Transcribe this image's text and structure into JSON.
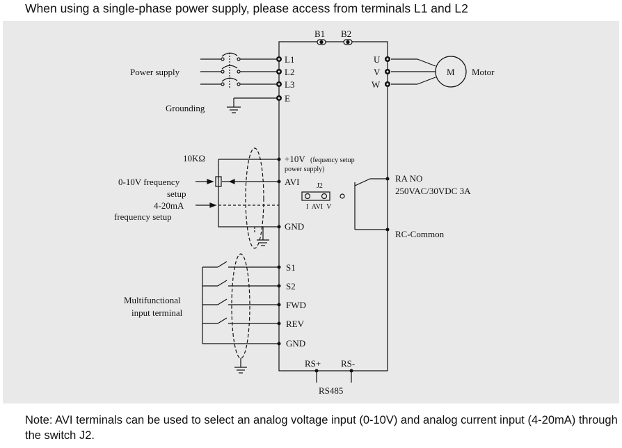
{
  "header": "When using a single-phase power supply, please access from terminals L1 and L2",
  "note": "Note: AVI terminals can be used to select an analog voltage input (0-10V) and analog current input (4-20mA) through the switch J2.",
  "diagram": {
    "brake_terminals": [
      "B1",
      "B2"
    ],
    "input_terminals": [
      "L1",
      "L2",
      "L3",
      "E"
    ],
    "output_terminals": [
      "U",
      "V",
      "W"
    ],
    "motor_symbol": "M",
    "motor_label": "Motor",
    "power_supply_label": "Power supply",
    "grounding_label": "Grounding",
    "potentiometer_label": "10KΩ",
    "analog": {
      "plus10v": "+10V",
      "plus10v_note_1": "(fequency setup",
      "plus10v_note_2": "power supply)",
      "avi": "AVI",
      "gnd": "GND",
      "voltage_label_1": "0-10V frequency",
      "voltage_label_2": "setup",
      "current_label_1": "4-20mA",
      "current_label_2": "frequency setup"
    },
    "j2": {
      "label": "J2",
      "positions": "I  AVI  V"
    },
    "relay": {
      "ra_label": "RA  NO",
      "rating": "250VAC/30VDC 3A",
      "rc_label": "RC-Common"
    },
    "digital_inputs": [
      "S1",
      "S2",
      "FWD",
      "REV",
      "GND"
    ],
    "multifunction_label_1": "Multifunctional",
    "multifunction_label_2": "input terminal",
    "comm": {
      "rs_plus": "RS+",
      "rs_minus": "RS-",
      "bus": "RS485"
    }
  }
}
